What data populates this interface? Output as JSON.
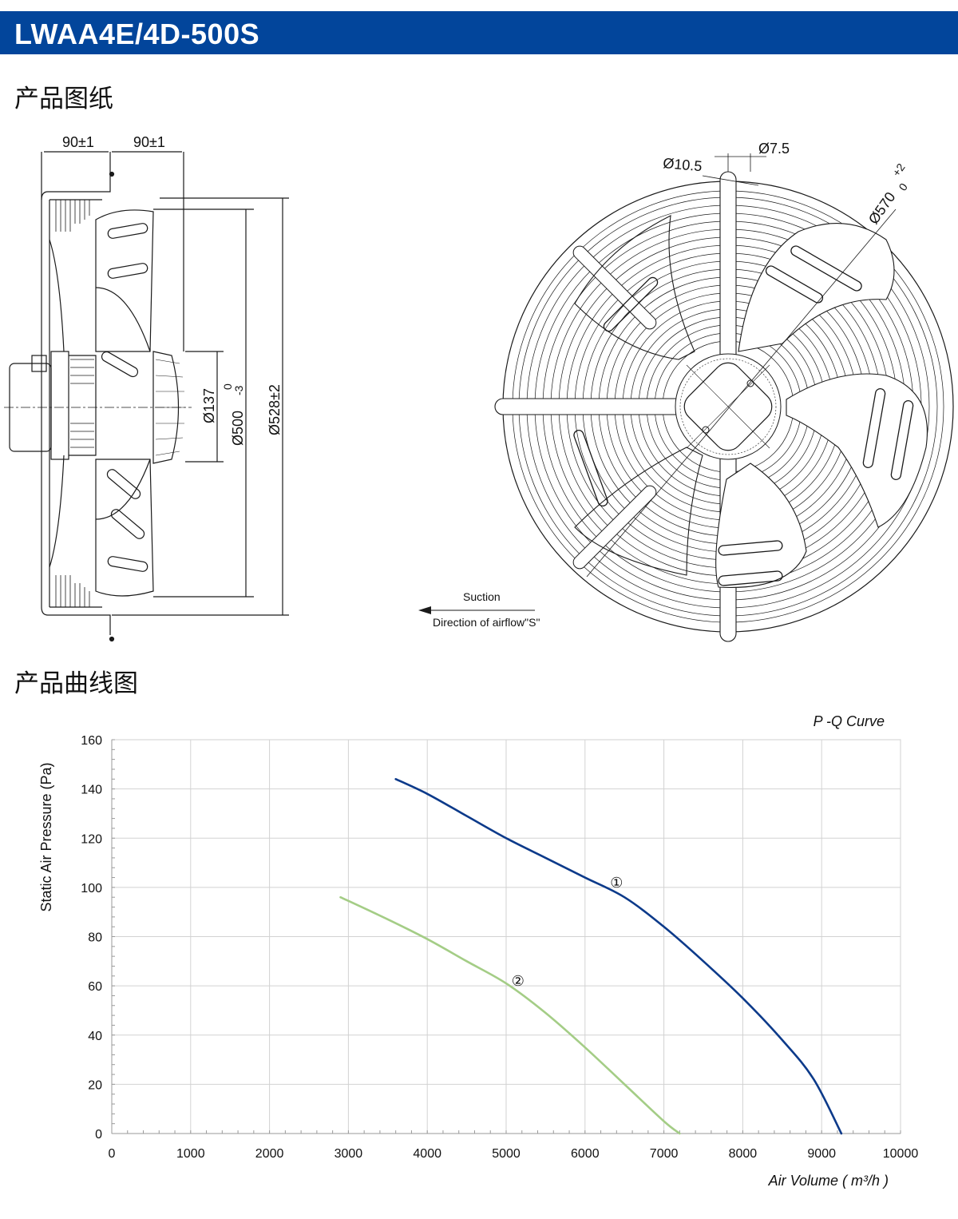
{
  "header": {
    "title": "LWAA4E/4D-500S"
  },
  "sections": {
    "drawing": "产品图纸",
    "curve": "产品曲线图"
  },
  "drawing": {
    "dim_left_a": "90±1",
    "dim_left_b": "90±1",
    "dim_137": "Ø137",
    "dim_500": "Ø500",
    "dim_500_tol_upper": "0",
    "dim_500_tol_lower": "-3",
    "dim_528": "Ø528±2",
    "dim_105": "Ø10.5",
    "dim_75": "Ø7.5",
    "dim_570": "Ø570",
    "dim_570_tol_upper": "+2",
    "dim_570_tol_lower": "0",
    "suction_label": "Suction",
    "airflow_label": "Direction of airflow\"S\""
  },
  "chart_data": {
    "type": "line",
    "title": "P -Q Curve",
    "xlabel": "Air Volume ( m³/h )",
    "ylabel": "Static Air Pressure  (Pa)",
    "xlim": [
      0,
      10000
    ],
    "ylim": [
      0,
      160
    ],
    "xticks": [
      0,
      1000,
      2000,
      3000,
      4000,
      5000,
      6000,
      7000,
      8000,
      9000,
      10000
    ],
    "yticks": [
      0,
      20,
      40,
      60,
      80,
      100,
      120,
      140,
      160
    ],
    "grid": true,
    "series": [
      {
        "name": "①",
        "color": "#0c3a8a",
        "x": [
          3600,
          4000,
          4500,
          5000,
          5500,
          6000,
          6500,
          7000,
          7500,
          8000,
          8500,
          8900,
          9250
        ],
        "y": [
          144,
          138,
          129,
          120,
          112,
          104,
          96,
          84,
          70,
          55,
          38,
          22,
          0
        ]
      },
      {
        "name": "②",
        "color": "#a4cd86",
        "x": [
          2900,
          3500,
          4000,
          4500,
          5000,
          5500,
          6000,
          6500,
          7000,
          7200
        ],
        "y": [
          96,
          87,
          79,
          70,
          61,
          49,
          35,
          20,
          5,
          0
        ]
      }
    ],
    "annotations": [
      {
        "text": "①",
        "x": 6400,
        "y": 100
      },
      {
        "text": "②",
        "x": 5150,
        "y": 60
      }
    ]
  }
}
